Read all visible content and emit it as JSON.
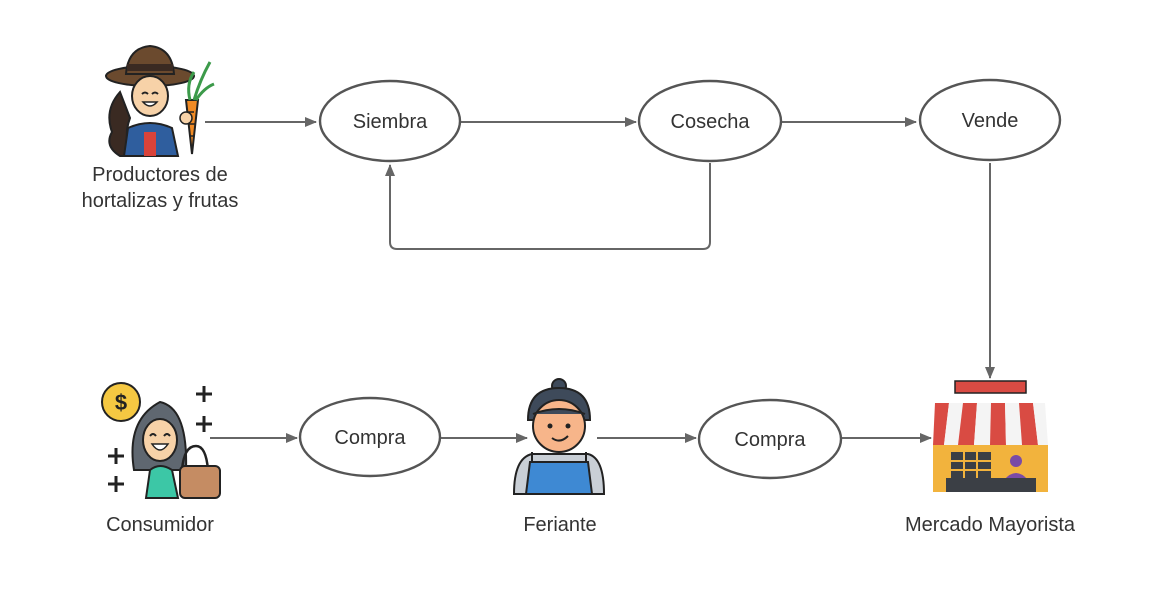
{
  "colors": {
    "line": "#666666",
    "ellipse_stroke": "#555555",
    "text": "#333333",
    "carrot": "#F08A24",
    "awning_red": "#D94B43",
    "stall_yellow": "#F2B33D",
    "apron_blue": "#3E89D3",
    "money_yellow": "#F5C842",
    "shirt_teal": "#3CC7A6"
  },
  "icons": {
    "farmer": "farmer-with-carrot",
    "consumer": "shopper-with-money-bag",
    "vendor": "market-vendor-with-apron",
    "market": "market-stall"
  },
  "actors": {
    "producer": {
      "line1": "Productores de",
      "line2": "hortalizas y frutas"
    },
    "consumer": {
      "label": "Consumidor"
    },
    "vendor": {
      "label": "Feriante"
    },
    "market": {
      "label": "Mercado Mayorista"
    }
  },
  "steps": {
    "sow": "Siembra",
    "harvest": "Cosecha",
    "sell": "Vende",
    "buy1": "Compra",
    "buy2": "Compra"
  }
}
